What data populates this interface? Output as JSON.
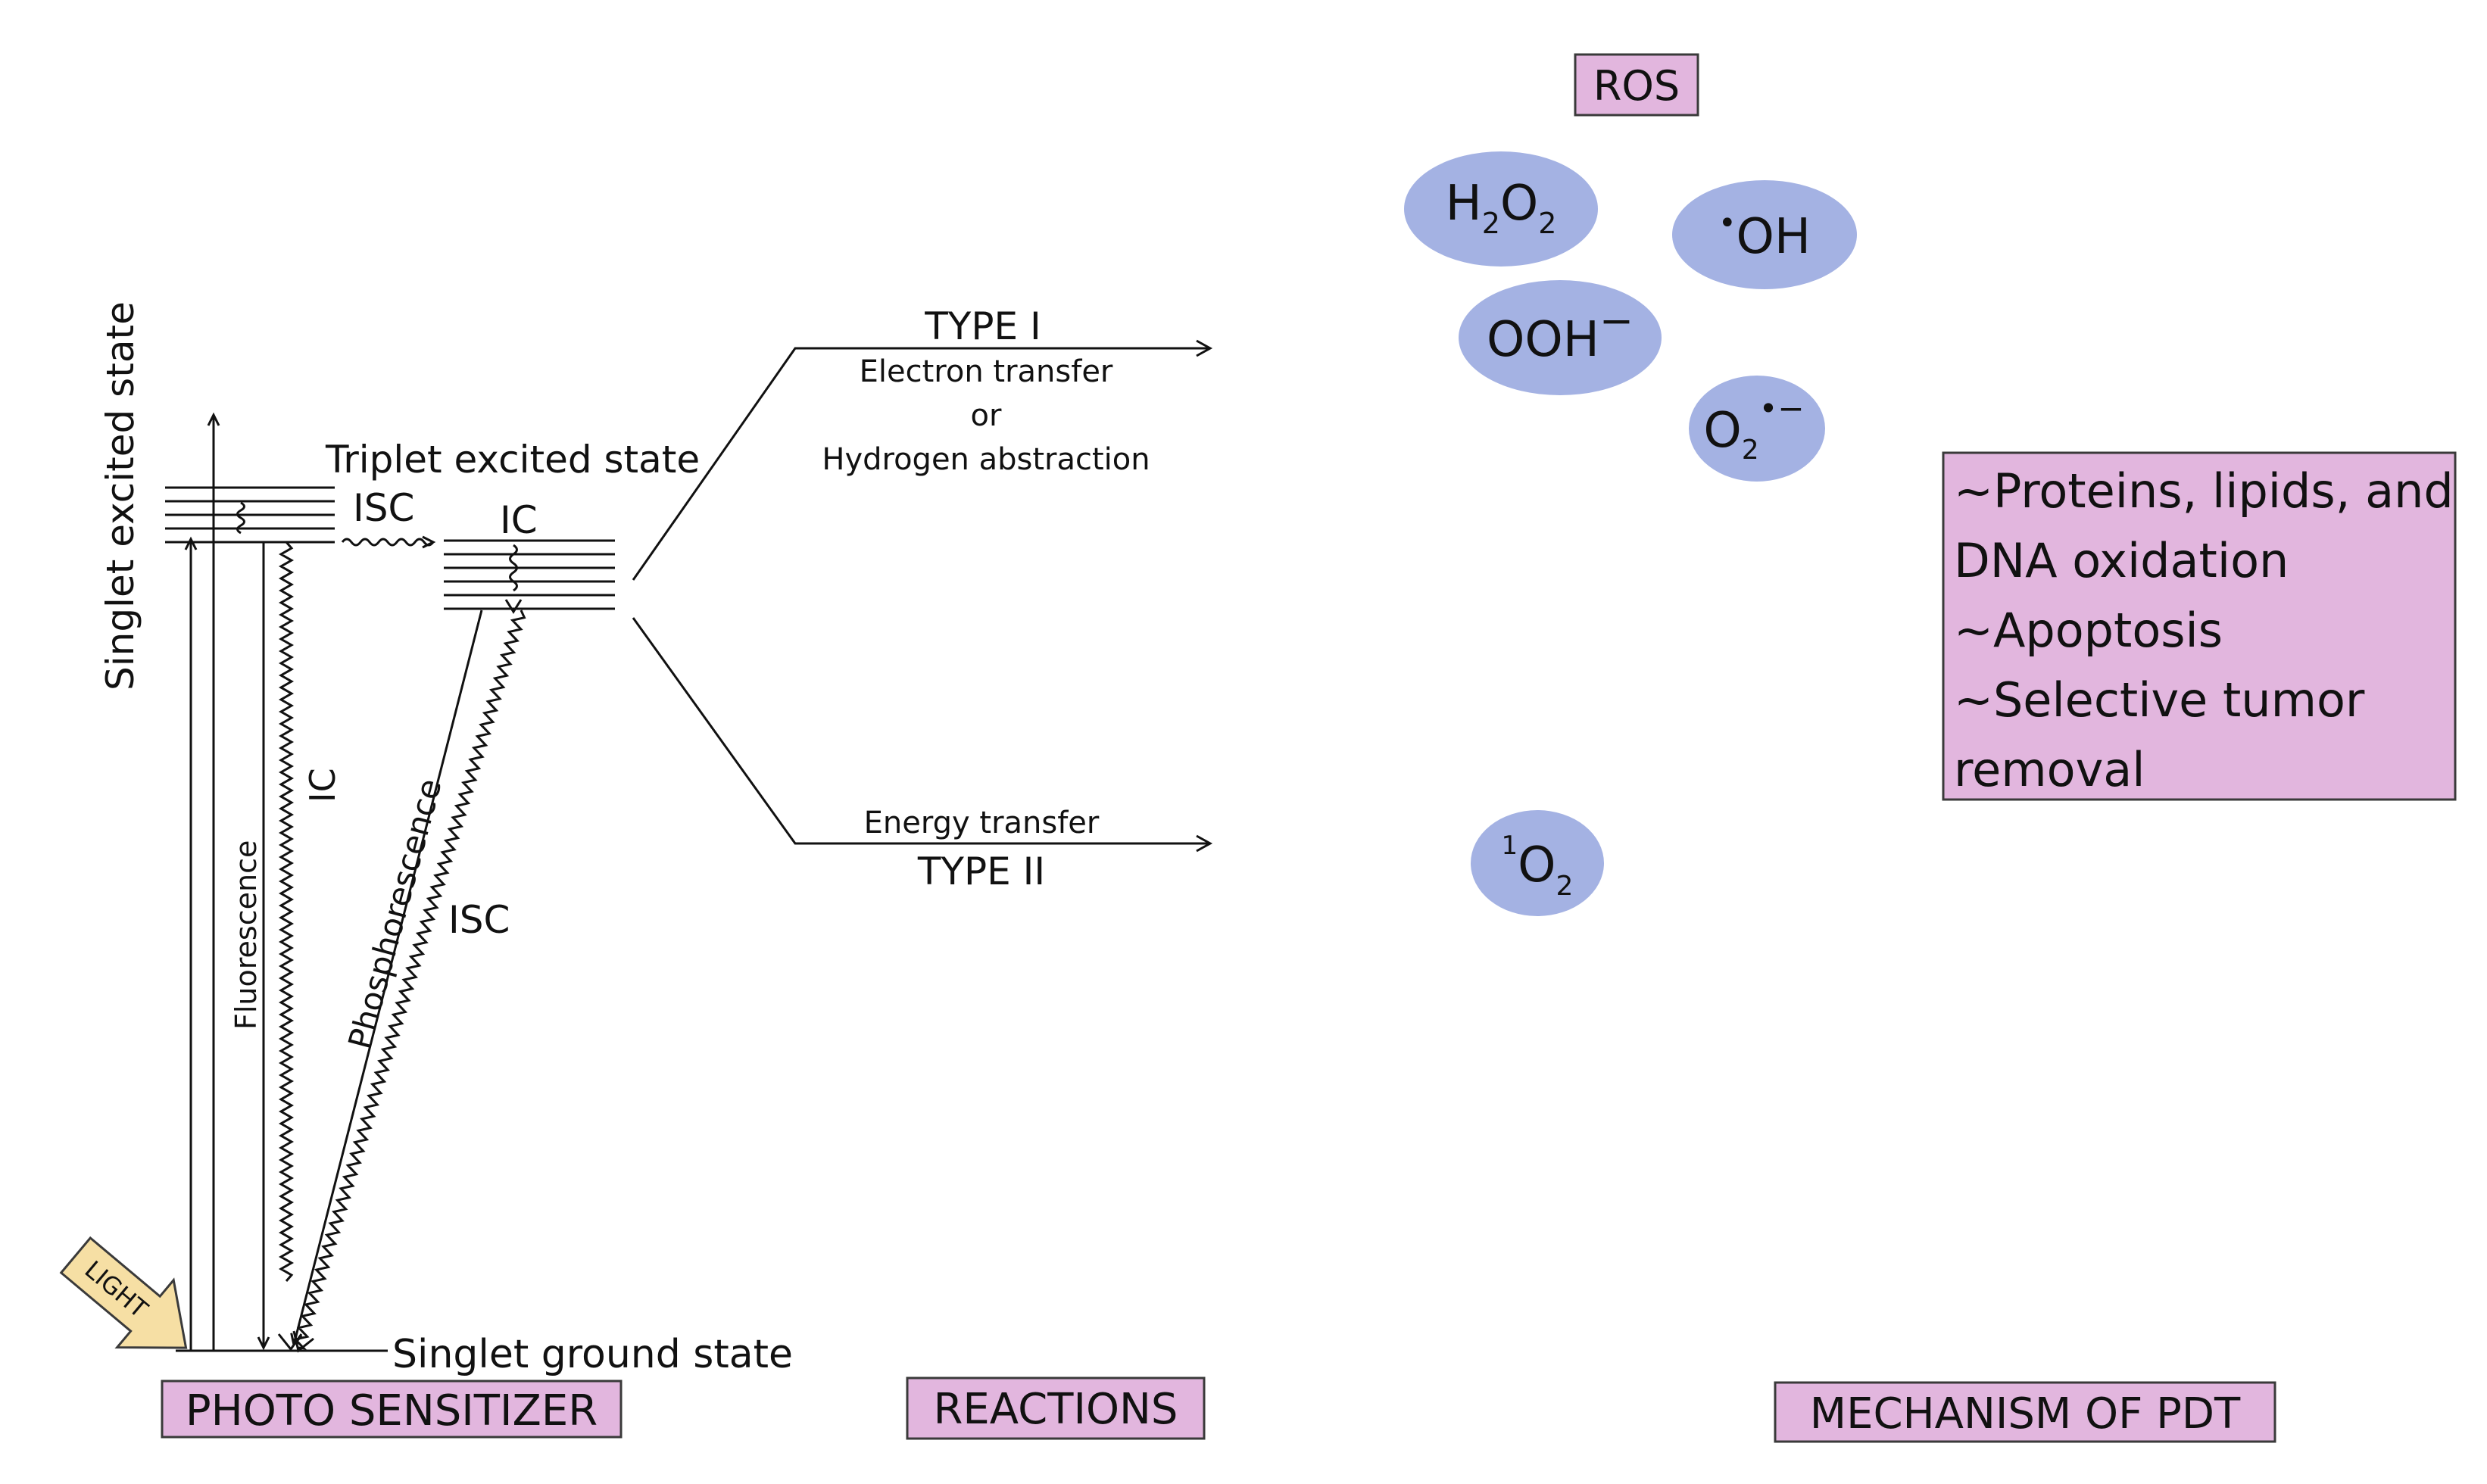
{
  "diagram": {
    "section_labels": {
      "photosensitizer": "PHOTO SENSITIZER",
      "reactions": "REACTIONS",
      "mechanism": "MECHANISM OF PDT",
      "ros": "ROS"
    },
    "jablonski": {
      "singlet_excited": "Singlet excited state",
      "triplet_excited": "Triplet excited state",
      "singlet_ground": "Singlet ground state",
      "isc_top": "ISC",
      "ic_triplet": "IC",
      "ic_singlet": "IC",
      "fluorescence": "Fluorescence",
      "phosphorescence": "Phosphorescence",
      "isc_lower": "ISC",
      "light": "LIGHT"
    },
    "reactions": {
      "type1": {
        "title": "TYPE I",
        "line1": "Electron transfer",
        "line2": "or",
        "line3": "Hydrogen abstraction"
      },
      "type2": {
        "title": "TYPE II",
        "line1": "Energy transfer"
      }
    },
    "species": {
      "h2o2": {
        "base1": "H",
        "sub1": "2",
        "base2": "O",
        "sub2": "2"
      },
      "oh": {
        "dot": "•",
        "base": "OH"
      },
      "ooh": {
        "base": "OOH",
        "sup": "−"
      },
      "o2_radical": {
        "base": "O",
        "sub": "2",
        "sup": "•−"
      },
      "singlet_o2": {
        "pre": "1",
        "base": "O",
        "sub": "2"
      }
    },
    "effects": [
      "~Proteins, lipids, and",
      "DNA oxidation",
      "~Apoptosis",
      "~Selective tumor",
      "removal"
    ],
    "colors": {
      "label_box": "#e2b6de",
      "ros_bubble": "#a4b2e3",
      "light_arrow": "#f6dfa4"
    }
  }
}
